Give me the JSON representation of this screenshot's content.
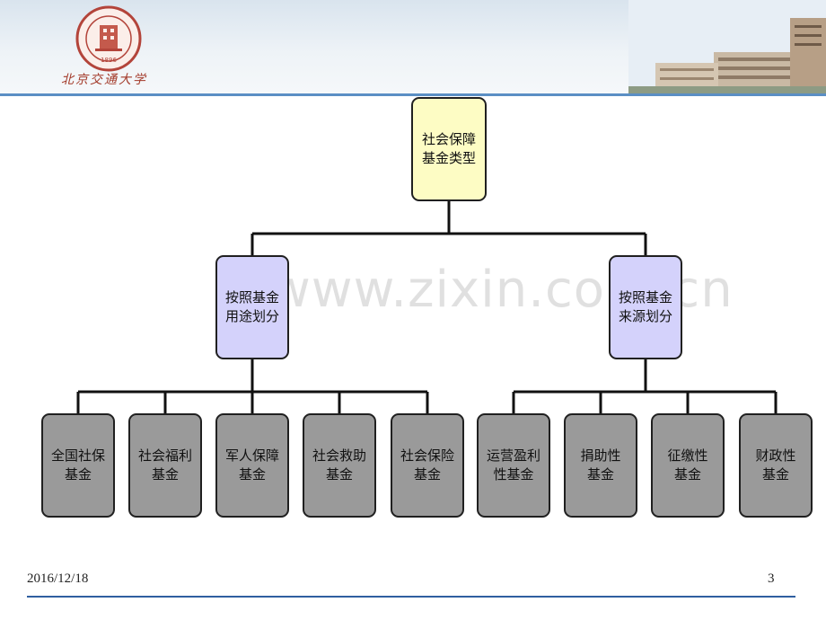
{
  "header": {
    "logo_text": "北京交通大学",
    "logo_script": "北京交通大学",
    "logo_year": "1896"
  },
  "watermark": "www.zixin.com.cn",
  "diagram": {
    "root": {
      "label": "社会保障\n基金类型"
    },
    "branches": [
      {
        "label": "按照基金\n用途划分",
        "children": [
          "全国社保\n基金",
          "社会福利\n基金",
          "军人保障\n基金",
          "社会救助\n基金",
          "社会保险\n基金"
        ]
      },
      {
        "label": "按照基金\n来源划分",
        "children": [
          "运营盈利\n性基金",
          "捐助性\n基金",
          "征缴性\n基金",
          "财政性\n基金"
        ]
      }
    ],
    "colors": {
      "root_fill": "#fdfcc4",
      "branch_fill": "#d4d2fb",
      "leaf_fill": "#9a9a9a",
      "line": "#111111"
    }
  },
  "footer": {
    "date": "2016/12/18",
    "page_number": "3"
  }
}
